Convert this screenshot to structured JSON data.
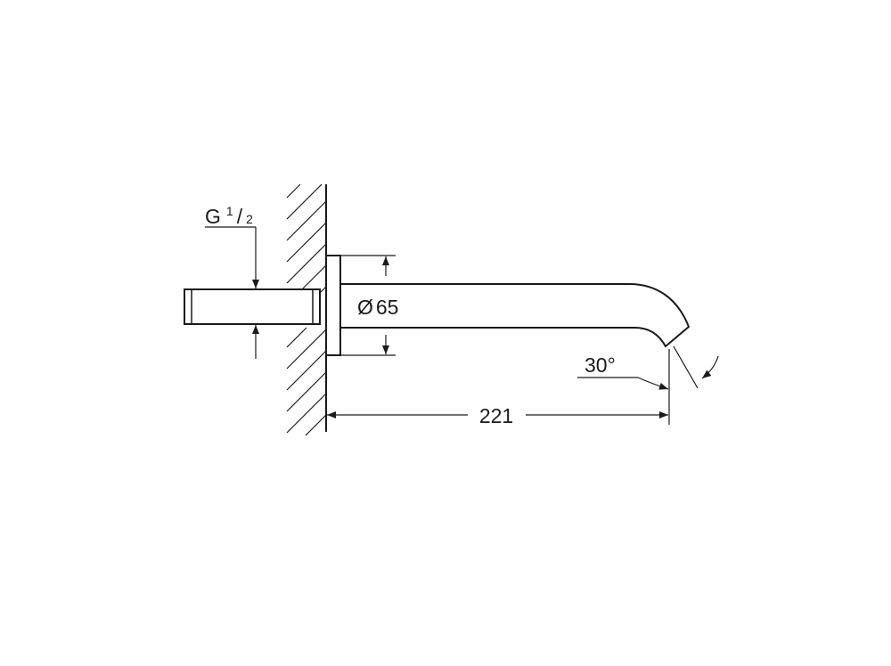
{
  "drawing": {
    "thread": {
      "prefix": "G",
      "num": "1",
      "slash": "/",
      "den": "2"
    },
    "diameter": {
      "symbol": "Ø",
      "value": "65"
    },
    "projection": "221",
    "angle": "30°",
    "colors": {
      "ink": "#1a1a1a",
      "background": "#ffffff"
    }
  }
}
